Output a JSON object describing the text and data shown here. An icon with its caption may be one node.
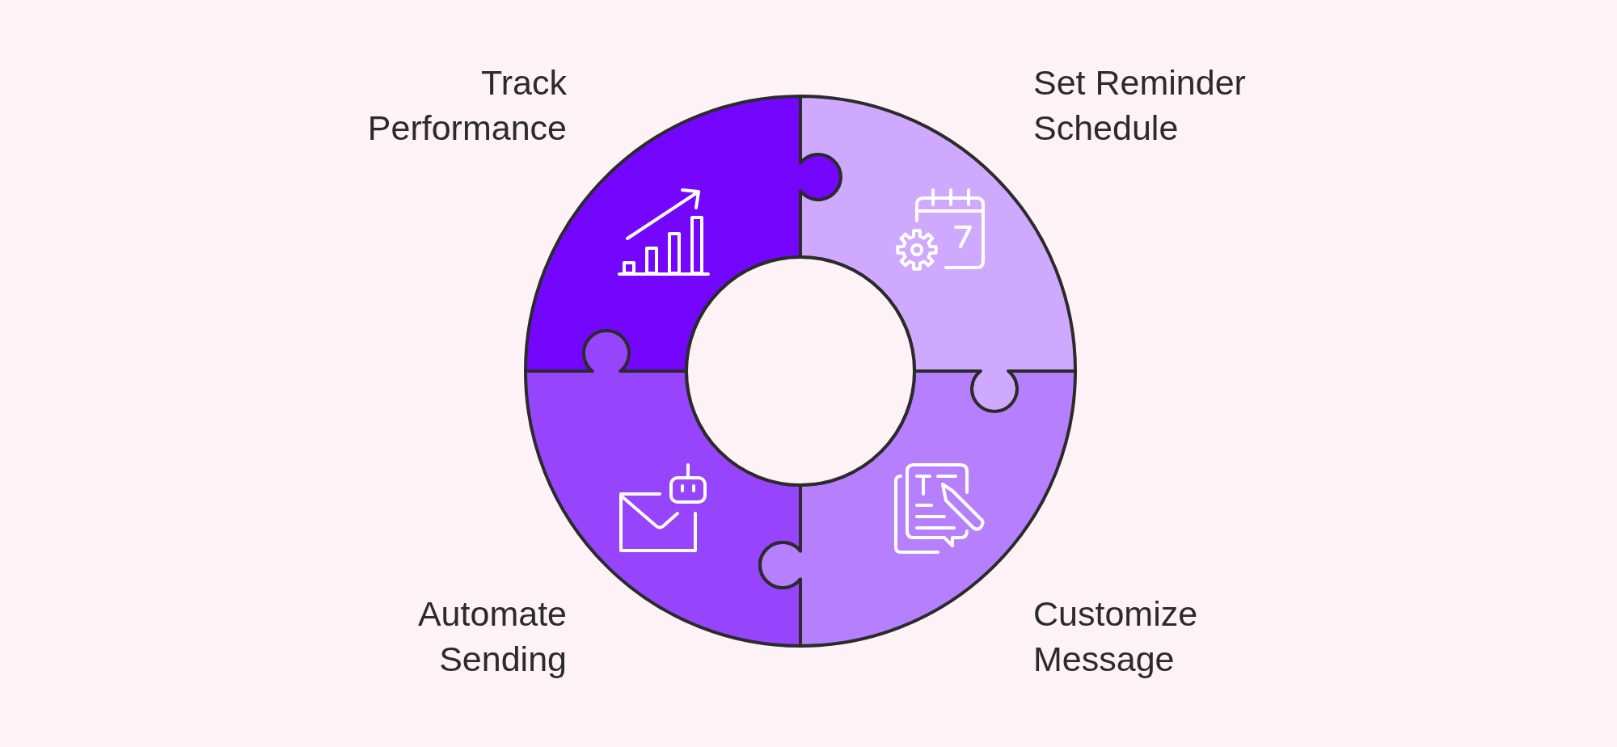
{
  "diagram": {
    "nodes": [
      {
        "text": [
          "Track Performance"
        ]
      },
      {
        "text": [
          "Set Reminder Schedule"
        ]
      },
      {
        "text": [
          "Automate Sending"
        ]
      },
      {
        "text": [
          "Customize Message"
        ]
      },
      {
        "text": [],
        "shape": "circle"
      }
    ]
  }
}
